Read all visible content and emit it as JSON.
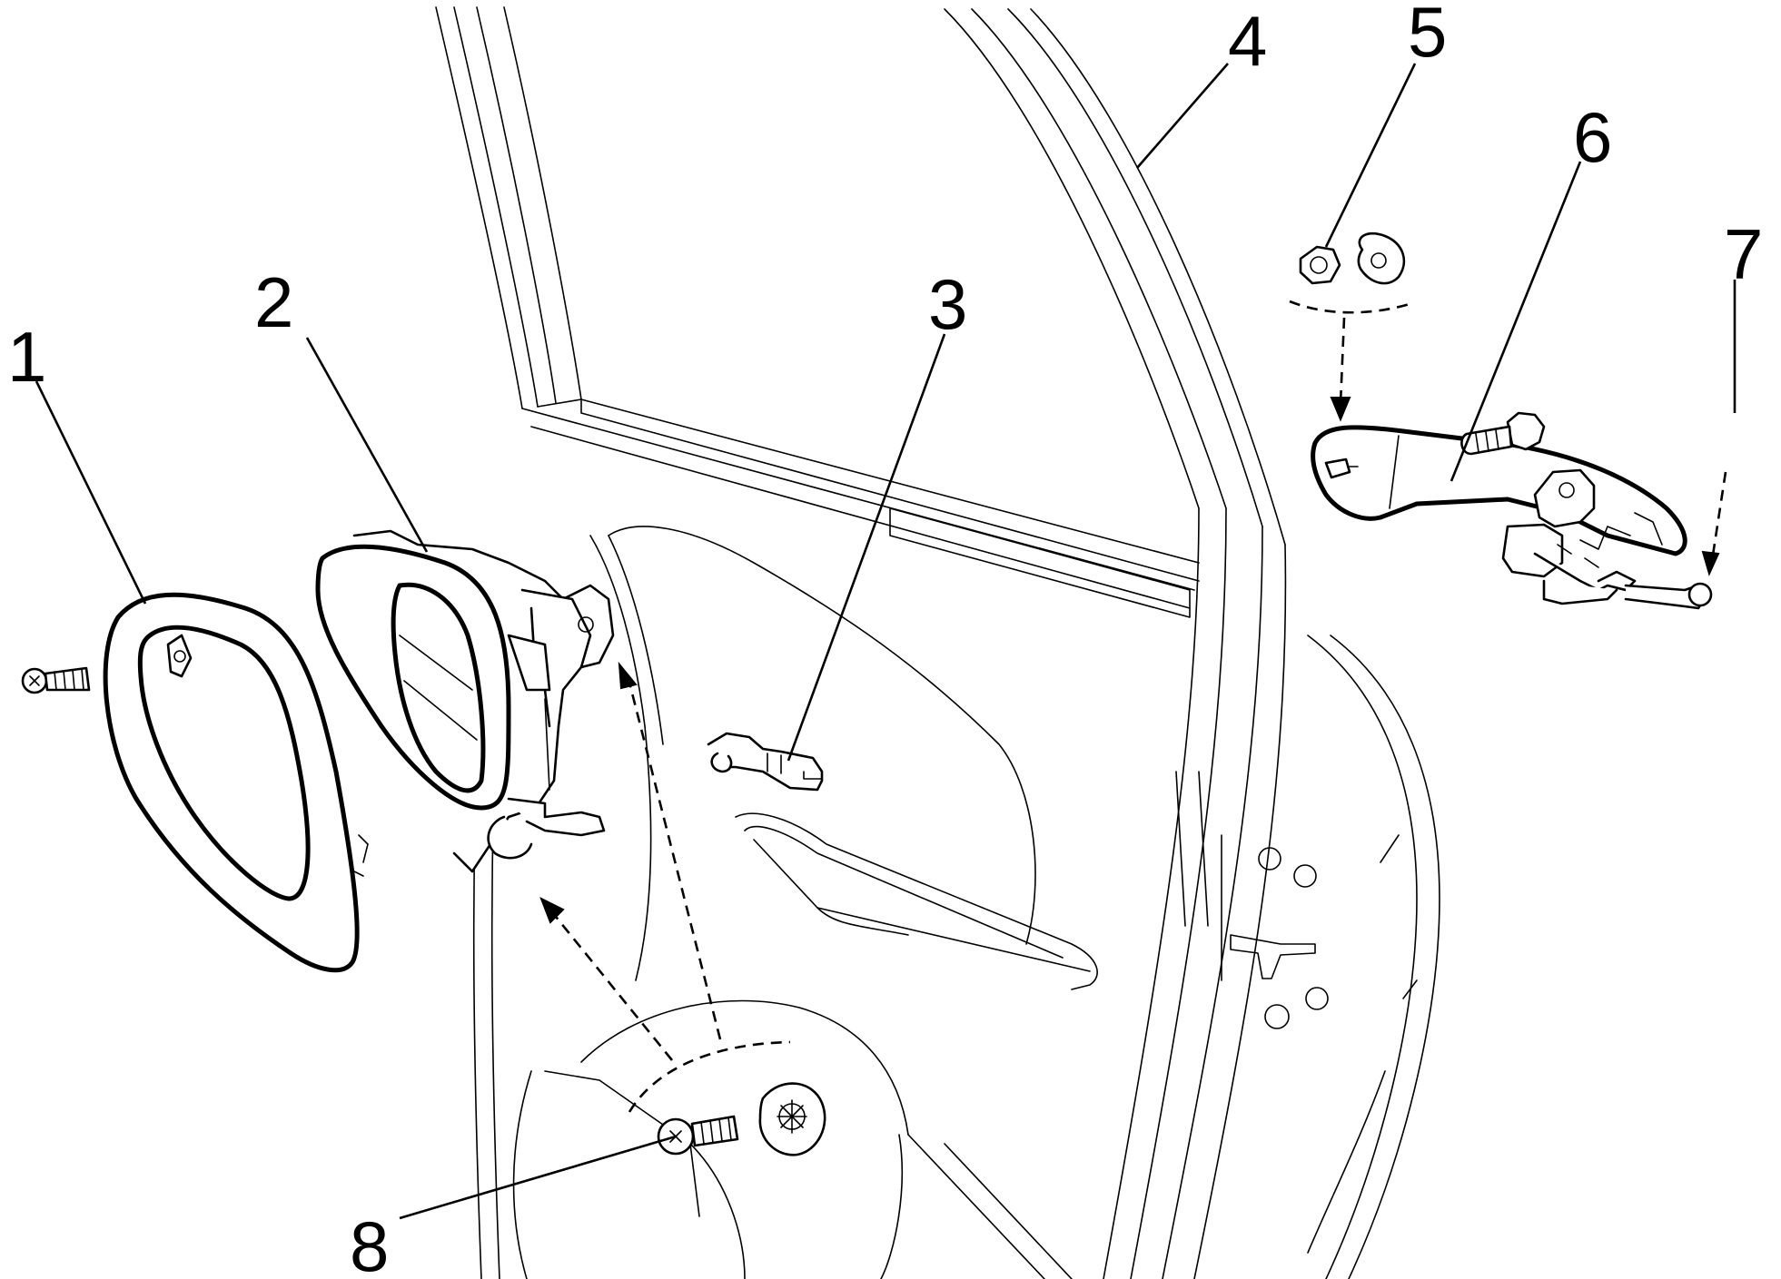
{
  "callouts": [
    {
      "id": "1",
      "part": "inner-handle-bezel"
    },
    {
      "id": "2",
      "part": "inner-handle-assembly"
    },
    {
      "id": "3",
      "part": "lock-rod-clip"
    },
    {
      "id": "4",
      "part": "door-panel"
    },
    {
      "id": "5",
      "part": "nut-and-washer"
    },
    {
      "id": "6",
      "part": "outer-handle"
    },
    {
      "id": "7",
      "part": "outer-handle-bolt"
    },
    {
      "id": "8",
      "part": "bolt-and-washer"
    }
  ]
}
